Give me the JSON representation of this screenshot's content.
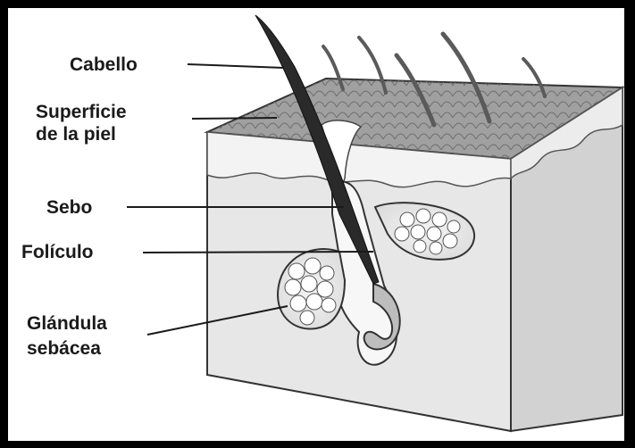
{
  "labels": {
    "hair": "Cabello",
    "skin_surface_1": "Superficie",
    "skin_surface_2": "de la piel",
    "sebum": "Sebo",
    "follicle": "Folículo",
    "gland_1": "Glándula",
    "gland_2": "sebácea"
  },
  "colors": {
    "block_side": "#d4d4d4",
    "block_front": "#e6e6e6",
    "skin_top": "#9a9a9a",
    "hair": "#2a2a2a",
    "outline": "#333333",
    "leader_line": "#1a1a1a"
  }
}
